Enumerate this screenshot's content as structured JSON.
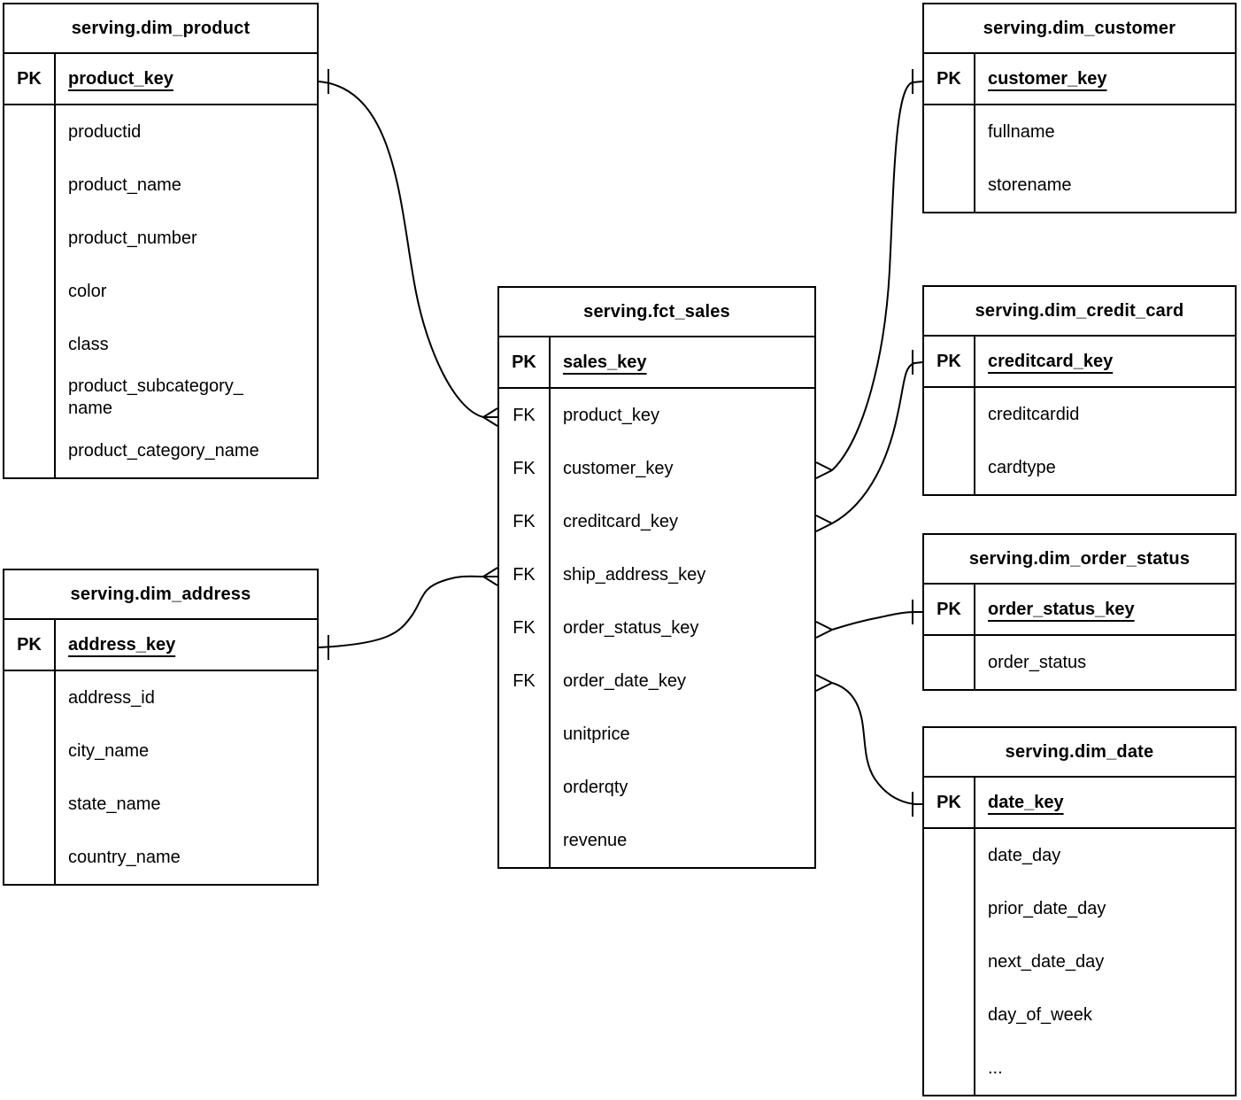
{
  "diagram": {
    "tables": [
      {
        "id": "dim_product",
        "title": "serving.dim_product",
        "pk": {
          "label": "PK",
          "field": "product_key"
        },
        "fields": [
          {
            "key": "",
            "name": "productid"
          },
          {
            "key": "",
            "name": "product_name"
          },
          {
            "key": "",
            "name": "product_number"
          },
          {
            "key": "",
            "name": "color"
          },
          {
            "key": "",
            "name": "class"
          },
          {
            "key": "",
            "name": "product_subcategory_\nname"
          },
          {
            "key": "",
            "name": "product_category_name"
          }
        ]
      },
      {
        "id": "dim_customer",
        "title": "serving.dim_customer",
        "pk": {
          "label": "PK",
          "field": "customer_key"
        },
        "fields": [
          {
            "key": "",
            "name": "fullname"
          },
          {
            "key": "",
            "name": "storename"
          }
        ]
      },
      {
        "id": "fct_sales",
        "title": "serving.fct_sales",
        "pk": {
          "label": "PK",
          "field": "sales_key"
        },
        "fields": [
          {
            "key": "FK",
            "name": "product_key"
          },
          {
            "key": "FK",
            "name": "customer_key"
          },
          {
            "key": "FK",
            "name": "creditcard_key"
          },
          {
            "key": "FK",
            "name": "ship_address_key"
          },
          {
            "key": "FK",
            "name": "order_status_key"
          },
          {
            "key": "FK",
            "name": "order_date_key"
          },
          {
            "key": "",
            "name": "unitprice"
          },
          {
            "key": "",
            "name": "orderqty"
          },
          {
            "key": "",
            "name": "revenue"
          }
        ]
      },
      {
        "id": "dim_credit_card",
        "title": "serving.dim_credit_card",
        "pk": {
          "label": "PK",
          "field": "creditcard_key"
        },
        "fields": [
          {
            "key": "",
            "name": "creditcardid"
          },
          {
            "key": "",
            "name": "cardtype"
          }
        ]
      },
      {
        "id": "dim_order_status",
        "title": "serving.dim_order_status",
        "pk": {
          "label": "PK",
          "field": "order_status_key"
        },
        "fields": [
          {
            "key": "",
            "name": "order_status"
          }
        ]
      },
      {
        "id": "dim_date",
        "title": "serving.dim_date",
        "pk": {
          "label": "PK",
          "field": "date_key"
        },
        "fields": [
          {
            "key": "",
            "name": "date_day"
          },
          {
            "key": "",
            "name": "prior_date_day"
          },
          {
            "key": "",
            "name": "next_date_day"
          },
          {
            "key": "",
            "name": "day_of_week"
          },
          {
            "key": "",
            "name": "..."
          }
        ]
      },
      {
        "id": "dim_address",
        "title": "serving.dim_address",
        "pk": {
          "label": "PK",
          "field": "address_key"
        },
        "fields": [
          {
            "key": "",
            "name": "address_id"
          },
          {
            "key": "",
            "name": "city_name"
          },
          {
            "key": "",
            "name": "state_name"
          },
          {
            "key": "",
            "name": "country_name"
          }
        ]
      }
    ],
    "relationships": [
      {
        "from": "serving.fct_sales.product_key",
        "to": "serving.dim_product.product_key",
        "cardinality": "many-to-one"
      },
      {
        "from": "serving.fct_sales.customer_key",
        "to": "serving.dim_customer.customer_key",
        "cardinality": "many-to-one"
      },
      {
        "from": "serving.fct_sales.creditcard_key",
        "to": "serving.dim_credit_card.creditcard_key",
        "cardinality": "many-to-one"
      },
      {
        "from": "serving.fct_sales.ship_address_key",
        "to": "serving.dim_address.address_key",
        "cardinality": "many-to-one"
      },
      {
        "from": "serving.fct_sales.order_status_key",
        "to": "serving.dim_order_status.order_status_key",
        "cardinality": "many-to-one"
      },
      {
        "from": "serving.fct_sales.order_date_key",
        "to": "serving.dim_date.date_key",
        "cardinality": "many-to-one"
      }
    ],
    "colors": {
      "line": "#000000",
      "background": "#ffffff",
      "text": "#000000"
    }
  }
}
